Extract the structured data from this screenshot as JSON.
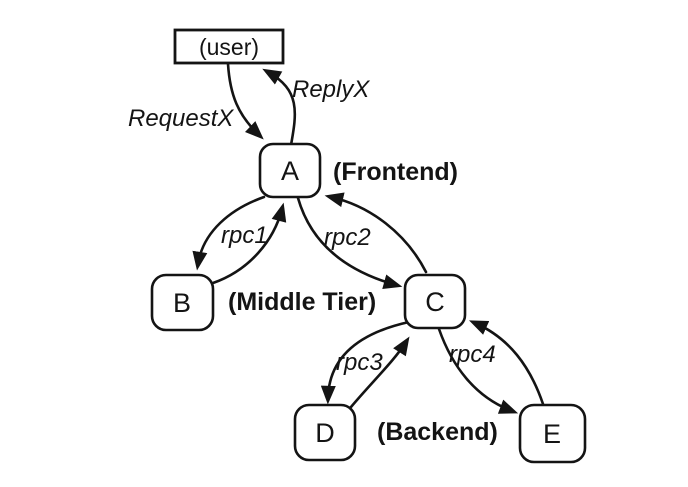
{
  "colors": {
    "ink": "#141414",
    "background": "#ffffff"
  },
  "diagram": {
    "nodes": {
      "user": {
        "label": "(user)",
        "shape": "rectangle"
      },
      "a": {
        "label": "A",
        "shape": "rounded"
      },
      "b": {
        "label": "B",
        "shape": "rounded"
      },
      "c": {
        "label": "C",
        "shape": "rounded"
      },
      "d": {
        "label": "D",
        "shape": "rounded"
      },
      "e": {
        "label": "E",
        "shape": "rounded"
      }
    },
    "tier_labels": {
      "frontend": "(Frontend)",
      "middle": "(Middle Tier)",
      "backend": "(Backend)"
    },
    "edge_labels": {
      "request": "RequestX",
      "reply": "ReplyX",
      "rpc1": "rpc1",
      "rpc2": "rpc2",
      "rpc3": "rpc3",
      "rpc4": "rpc4"
    },
    "edges": [
      {
        "from": "user",
        "to": "A",
        "label": "RequestX"
      },
      {
        "from": "A",
        "to": "user",
        "label": "ReplyX"
      },
      {
        "from": "A",
        "to": "B",
        "label": "rpc1"
      },
      {
        "from": "B",
        "to": "A",
        "label": ""
      },
      {
        "from": "A",
        "to": "C",
        "label": "rpc2"
      },
      {
        "from": "C",
        "to": "A",
        "label": ""
      },
      {
        "from": "C",
        "to": "D",
        "label": "rpc3"
      },
      {
        "from": "D",
        "to": "C",
        "label": ""
      },
      {
        "from": "C",
        "to": "E",
        "label": "rpc4"
      },
      {
        "from": "E",
        "to": "C",
        "label": ""
      }
    ]
  }
}
